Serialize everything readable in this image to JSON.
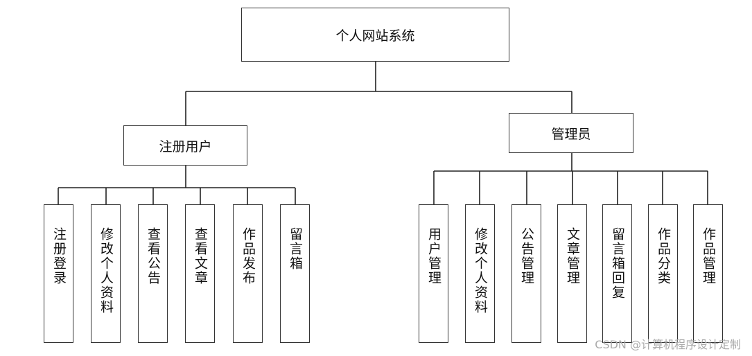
{
  "root": {
    "label": "个人网站系统"
  },
  "registered_user": {
    "label": "注册用户",
    "children": [
      "注册登录",
      "修改个人资料",
      "查看公告",
      "查看文章",
      "作品发布",
      "留言箱"
    ]
  },
  "admin": {
    "label": "管理员",
    "children": [
      "用户管理",
      "修改个人资料",
      "公告管理",
      "文章管理",
      "留言箱回复",
      "作品分类",
      "作品管理"
    ]
  },
  "watermark": "CSDN @计算机程序设计定制"
}
